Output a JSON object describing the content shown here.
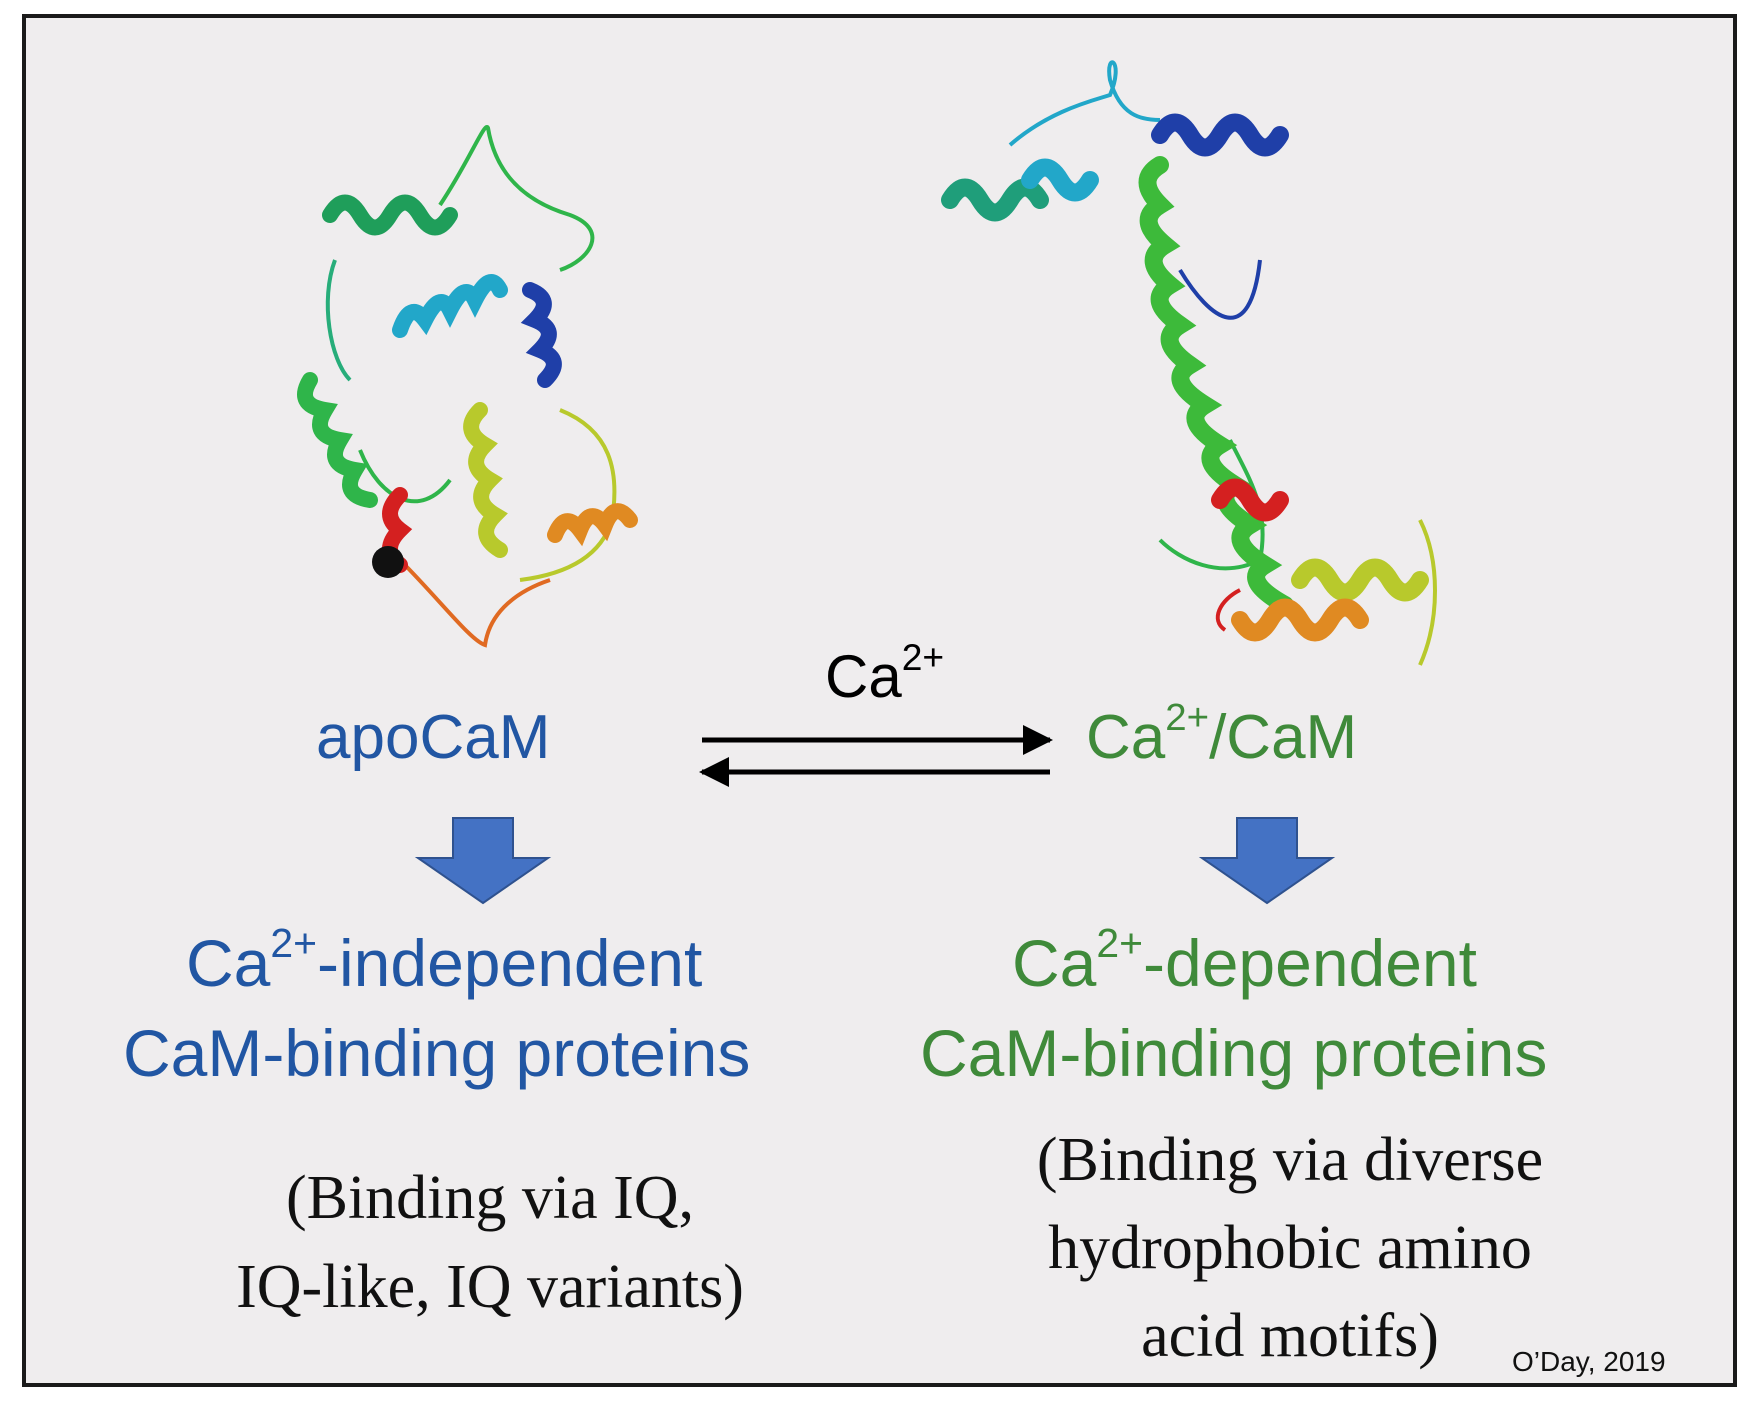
{
  "colors": {
    "blue": "#2156a3",
    "green": "#3f8a3a",
    "arrow_fill": "#4472c4",
    "arrow_stroke": "#2f528f",
    "frame_bg": "#efedee"
  },
  "left": {
    "state": "apoCaM",
    "class_line1_pre": "Ca",
    "class_line1_sup": "2+",
    "class_line1_post": "-independent",
    "class_line2": "CaM-binding proteins",
    "note_line1": "(Binding via IQ,",
    "note_line2": "IQ-like, IQ variants)"
  },
  "right": {
    "state_pre": "Ca",
    "state_sup": "2+",
    "state_post": "/CaM",
    "class_line1_pre": "Ca",
    "class_line1_sup": "2+",
    "class_line1_post": "-dependent",
    "class_line2": "CaM-binding proteins",
    "note_line1": "(Binding via diverse",
    "note_line2": "hydrophobic amino",
    "note_line3": "acid motifs)"
  },
  "equilibrium": {
    "label_pre": "Ca",
    "label_sup": "2+"
  },
  "credit": "O’Day, 2019"
}
